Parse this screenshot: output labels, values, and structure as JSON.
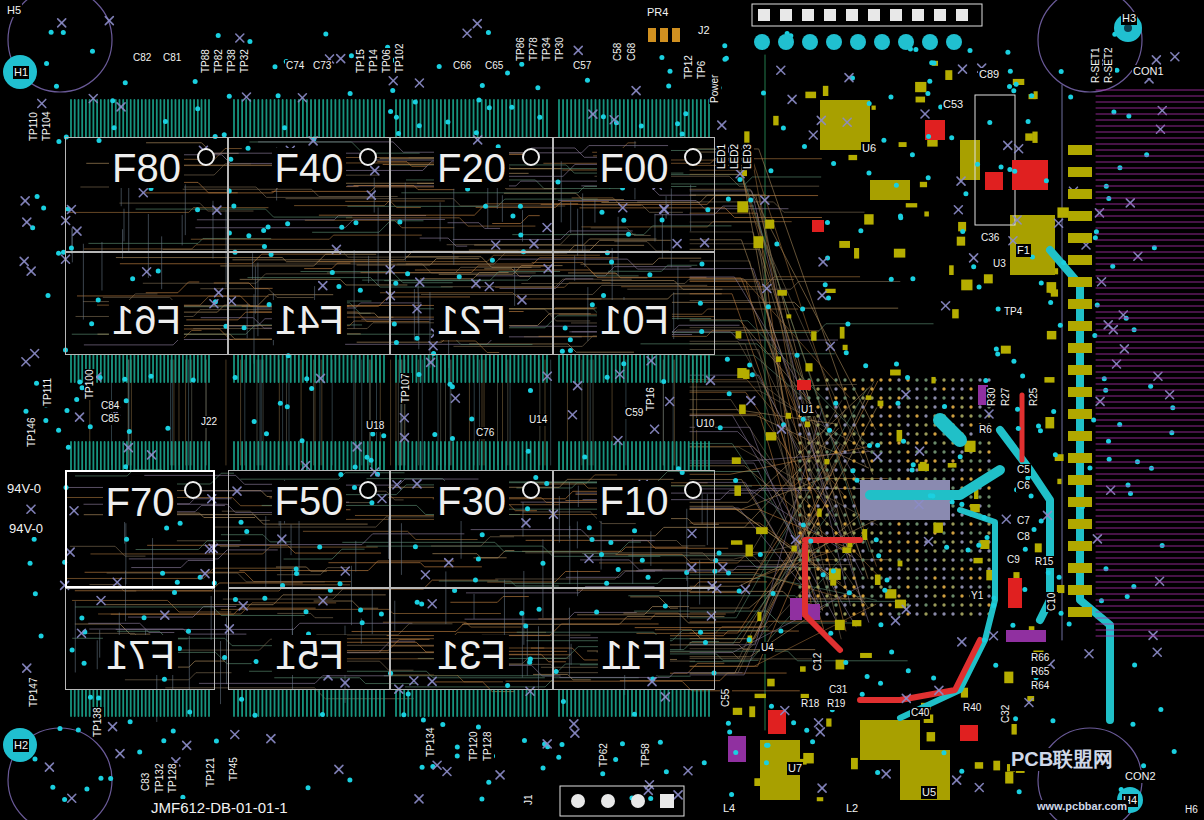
{
  "diagram": {
    "nodes": [
      {
        "text": [
          "F80"
        ]
      },
      {
        "text": [
          "F40"
        ]
      },
      {
        "text": [
          "F20"
        ]
      },
      {
        "text": [
          "F00"
        ]
      },
      {
        "text": [
          "F61"
        ]
      },
      {
        "text": [
          "F41"
        ]
      },
      {
        "text": [
          "F21"
        ]
      },
      {
        "text": [
          "F01"
        ]
      },
      {
        "text": [
          "F70"
        ]
      },
      {
        "text": [
          "F50"
        ]
      },
      {
        "text": [
          "F30"
        ]
      },
      {
        "text": [
          "F10"
        ]
      },
      {
        "text": [
          "F71"
        ]
      },
      {
        "text": [
          "F51"
        ]
      },
      {
        "text": [
          "F31"
        ]
      },
      {
        "text": [
          "F11"
        ]
      }
    ],
    "labels": [
      "H5",
      "H1",
      "H3",
      "H2",
      "H4",
      "H6",
      "C82",
      "C81",
      "TP88",
      "TP82",
      "TP38",
      "TP32",
      "C74",
      "C73",
      "TP15",
      "TP14",
      "TP06",
      "TP102",
      "C66",
      "C65",
      "TP86",
      "TP78",
      "TP34",
      "TP30",
      "C57",
      "C58",
      "C68",
      "PR4",
      "J2",
      "TP12",
      "TP6",
      "Power",
      "LED1",
      "LED2",
      "LED3",
      "U6",
      "C53",
      "C89",
      "R-SET1",
      "R-SET2",
      "CON1",
      "C36",
      "F1",
      "U3",
      "TP4",
      "R30",
      "R27",
      "R25",
      "R6",
      "C5",
      "C6",
      "C7",
      "C8",
      "C9",
      "R15",
      "C10",
      "Y1",
      "R66",
      "R65",
      "R64",
      "C32",
      "R40",
      "C40",
      "U5",
      "CON2",
      "L2",
      "U7",
      "L4",
      "U4",
      "C12",
      "C31",
      "R18",
      "R19",
      "U10",
      "U1",
      "C55",
      "TP110",
      "TP104",
      "TP111",
      "TP146",
      "94V-0",
      "94V-0",
      "TP147",
      "TP138",
      "C83",
      "TP132",
      "TP128",
      "TP121",
      "TP45",
      "TP134",
      "TP120",
      "TP128",
      "TP62",
      "TP58",
      "J1",
      "JMF612-DB-01-01-1",
      "C84",
      "C85",
      "TP100",
      "J22",
      "U18",
      "TP107",
      "C76",
      "U14",
      "C59",
      "TP16",
      "PCB联盟网",
      "www.pcbbar.com"
    ]
  }
}
